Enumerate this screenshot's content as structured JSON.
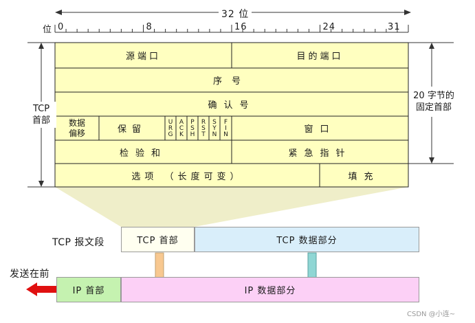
{
  "bit_ruler": {
    "width_label": "32 位",
    "prefix_label": "位",
    "ticks": [
      "0",
      "8",
      "16",
      "24",
      "31"
    ]
  },
  "header_fields": {
    "src_port": "源端口",
    "dst_port": "目的端口",
    "seq": "序号",
    "ack": "确认号",
    "data_offset_line1": "数据",
    "data_offset_line2": "偏移",
    "reserved": "保留",
    "flags": [
      "URG",
      "ACK",
      "PSH",
      "RST",
      "SYN",
      "FIN"
    ],
    "window": "窗口",
    "checksum": "检验和",
    "urgent_ptr": "紧急指针",
    "options": "选项 （长度可变）",
    "padding": "填充"
  },
  "left_label": {
    "line1": "TCP",
    "line2": "首部"
  },
  "right_label": {
    "line1": "20 字节的",
    "line2": "固定首部"
  },
  "segment_row": {
    "label": "TCP 报文段",
    "header": "TCP 首部",
    "data": "TCP 数据部分"
  },
  "ip_row": {
    "send_first": "发送在前",
    "header": "IP 首部",
    "data": "IP 数据部分"
  },
  "watermark": "CSDN @小连~",
  "colors": {
    "table_fill": "#ffffc0",
    "tcp_header_fill": "#fffff0",
    "tcp_data_fill": "#d9eefa",
    "ip_header_fill": "#c5f2b0",
    "ip_data_fill": "#fcd0f6",
    "send_arrow": "#e01010"
  }
}
